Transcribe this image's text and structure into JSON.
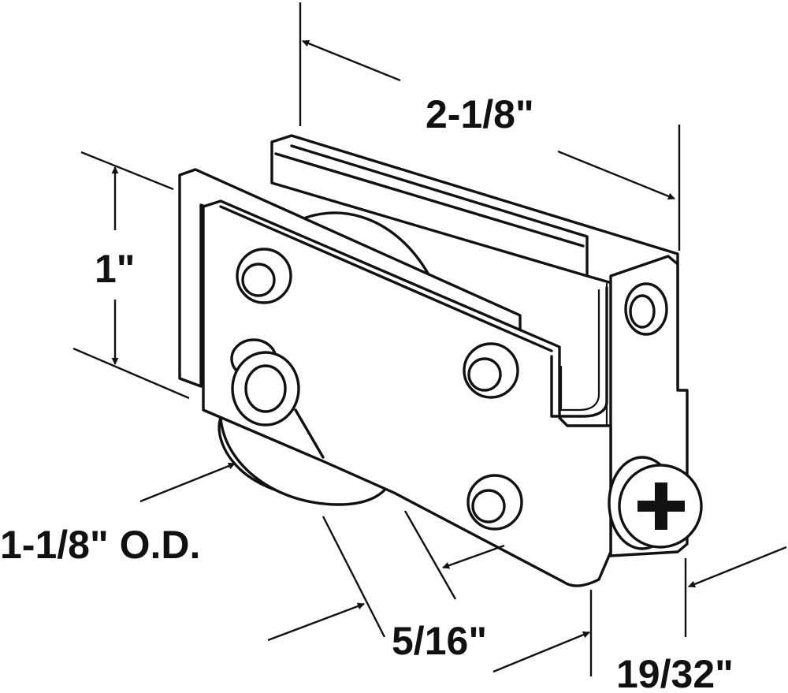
{
  "dimensions": {
    "length": "2-1/8\"",
    "height": "1\"",
    "wheel_diameter": "1-1/8\" O.D.",
    "wheel_width": "5/16\"",
    "housing_width": "19/32\""
  },
  "colors": {
    "line": "#111111",
    "background": "#ffffff"
  }
}
